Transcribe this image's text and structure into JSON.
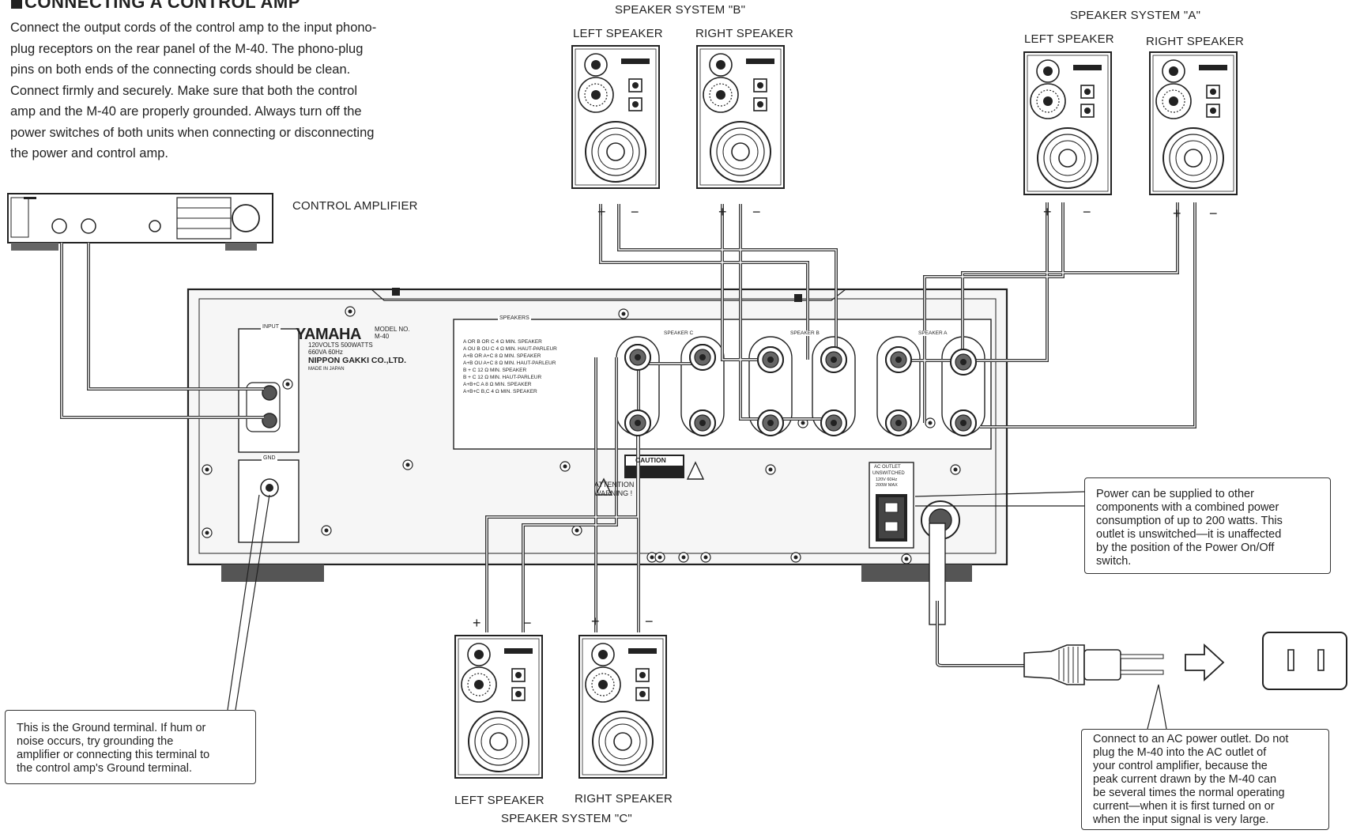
{
  "section": {
    "title": "CONNECTING A CONTROL AMP",
    "intro_lines": "Connect the output cords of the control amp to the input phono-\nplug receptors on the rear panel of the M-40. The phono-plug\npins on both ends of the connecting cords should be clean.\nConnect firmly and securely. Make sure that both the control\namp and the M-40 are properly grounded. Always turn off the\npower switches of both units when connecting or disconnecting\nthe power and control amp."
  },
  "labels": {
    "control_amplifier": "CONTROL AMPLIFIER",
    "speaker_system_a": "SPEAKER SYSTEM \"A\"",
    "speaker_system_b": "SPEAKER SYSTEM \"B\"",
    "speaker_system_c": "SPEAKER SYSTEM \"C\"",
    "left_speaker": "LEFT SPEAKER",
    "right_speaker": "RIGHT SPEAKER",
    "plus": "+",
    "minus": "−"
  },
  "panel": {
    "brand": "YAMAHA",
    "model_label": "MODEL NO.",
    "model": "M-40",
    "rating_1": "120VOLTS   500WATTS",
    "rating_2": "660VA   60Hz",
    "maker": "NIPPON GAKKI CO.,LTD.",
    "made_in": "MADE IN JAPAN",
    "input": "INPUT",
    "gnd": "GND",
    "speakers": "SPEAKERS",
    "speaker_a": "SPEAKER A",
    "speaker_b": "SPEAKER B",
    "speaker_c": "SPEAKER C",
    "caution": "CAUTION",
    "attention": "ATTENTION",
    "warning": "WARNING !",
    "ac_outlet": "AC OUTLET",
    "unswitched": "UNSWITCHED",
    "ac_spec_1": "120V 60Hz",
    "ac_spec_2": "200W MAX",
    "impedance_rows": [
      "A OR B OR C  4 Ω MIN. SPEAKER",
      "A OU B OU C  4 Ω MIN. HAUT-PARLEUR",
      "A+B OR A+C  8 Ω MIN. SPEAKER",
      "A+B OU A+C  8 Ω MIN. HAUT-PARLEUR",
      "B + C  12 Ω MIN. SPEAKER",
      "B + C  12 Ω MIN. HAUT-PARLEUR",
      "A+B+C  A 8 Ω MIN. SPEAKER",
      "A+B+C  B,C 4 Ω MIN. SPEAKER"
    ]
  },
  "callouts": {
    "ground": "This is the Ground terminal. If hum or\nnoise occurs, try grounding the\namplifier or connecting this terminal to\nthe control amp's Ground terminal.",
    "power_outlet": "Power can be supplied to other\ncomponents with a combined power\nconsumption of up to 200 watts. This\noutlet is unswitched—it is unaffected\nby the position of the Power On/Off\nswitch.",
    "ac_connect": "Connect to an AC power outlet. Do not\nplug the M-40 into the AC outlet of\nyour control amplifier, because the\npeak current drawn by the M-40 can\nbe several times the normal operating\ncurrent—when it is first turned on or\nwhen the input signal is very large."
  },
  "icons": [
    "speaker-icon",
    "control-amplifier-icon",
    "power-plug-icon",
    "wall-outlet-icon",
    "arrow-right-icon",
    "screw-icon"
  ],
  "colors": {
    "ink": "#222222",
    "panel": "#f6f6f6",
    "paper": "#ffffff"
  }
}
